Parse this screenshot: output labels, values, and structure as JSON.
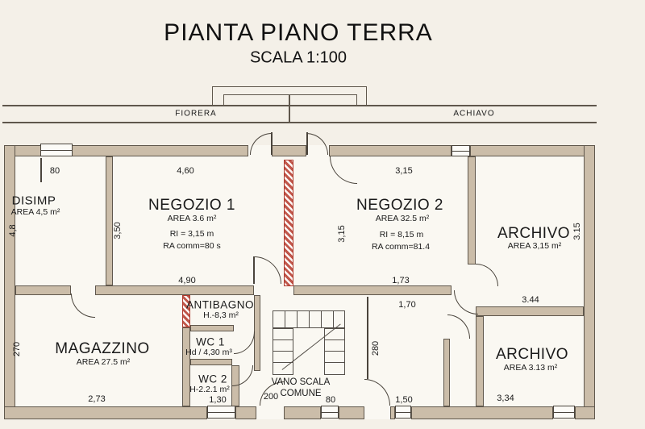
{
  "title": "PIANTA PIANO TERRA",
  "subtitle": "SCALA 1:100",
  "facade": {
    "left_label": "FIORERA",
    "right_label": "ACHIAVO"
  },
  "colors": {
    "background": "#f4f0e8",
    "wall_fill": "#cbbda9",
    "wall_outline": "#5f574c",
    "line": "#4a443c",
    "new_wall_hatch_red": "#c0564a",
    "text": "#1a1a1a"
  },
  "rooms": {
    "disimp": {
      "name": "DISIMP",
      "area": "AREA 4,5 m²"
    },
    "negozio1": {
      "name": "NEGOZIO 1",
      "area": "AREA 3.6 m²",
      "ri": "RI = 3,15 m",
      "ra": "RA comm=80 s"
    },
    "negozio2": {
      "name": "NEGOZIO 2",
      "area": "AREA 32.5 m²",
      "ri": "RI = 8,15 m",
      "ra": "RA comm=81.4"
    },
    "archivio_top": {
      "name": "ARCHIVO",
      "area": "AREA 3,15 m²"
    },
    "magazzino": {
      "name": "MAGAZZINO",
      "area": "AREA 27.5 m²"
    },
    "antibagno": {
      "name": "ANTIBAGNO",
      "note": "H.-8,3 m²"
    },
    "wc1": {
      "name": "WC 1",
      "note": "Hd / 4,30 m³"
    },
    "wc2": {
      "name": "WC 2",
      "note": "H-2.2.1 m²"
    },
    "vano_scala": {
      "name": "VANO SCALA",
      "name2": "COMUNE"
    },
    "archivio_bottom": {
      "name": "ARCHIVO",
      "area": "AREA 3.13 m²"
    }
  },
  "dims": {
    "disimp_window": "80",
    "disimp_height": "4,8",
    "negozio1_left": "3,50",
    "negozio1_top": "4,60",
    "negozio1_bottom": "4,90",
    "negozio2_top": "3,15",
    "negozio2_left": "3,15",
    "negozio2_bottom": "1,73",
    "archivio_top_height": "3.15",
    "archivio_top_width": "3.44",
    "magazzino_height": "270",
    "magazzino_width": "2,73",
    "wc2_width": "1,30",
    "stair_door": "200",
    "rear_window": "80",
    "mid_room_top": "1,70",
    "mid_room_height": "280",
    "mid_room_bottom": "1,50",
    "archivio_bottom_width": "3,34"
  }
}
